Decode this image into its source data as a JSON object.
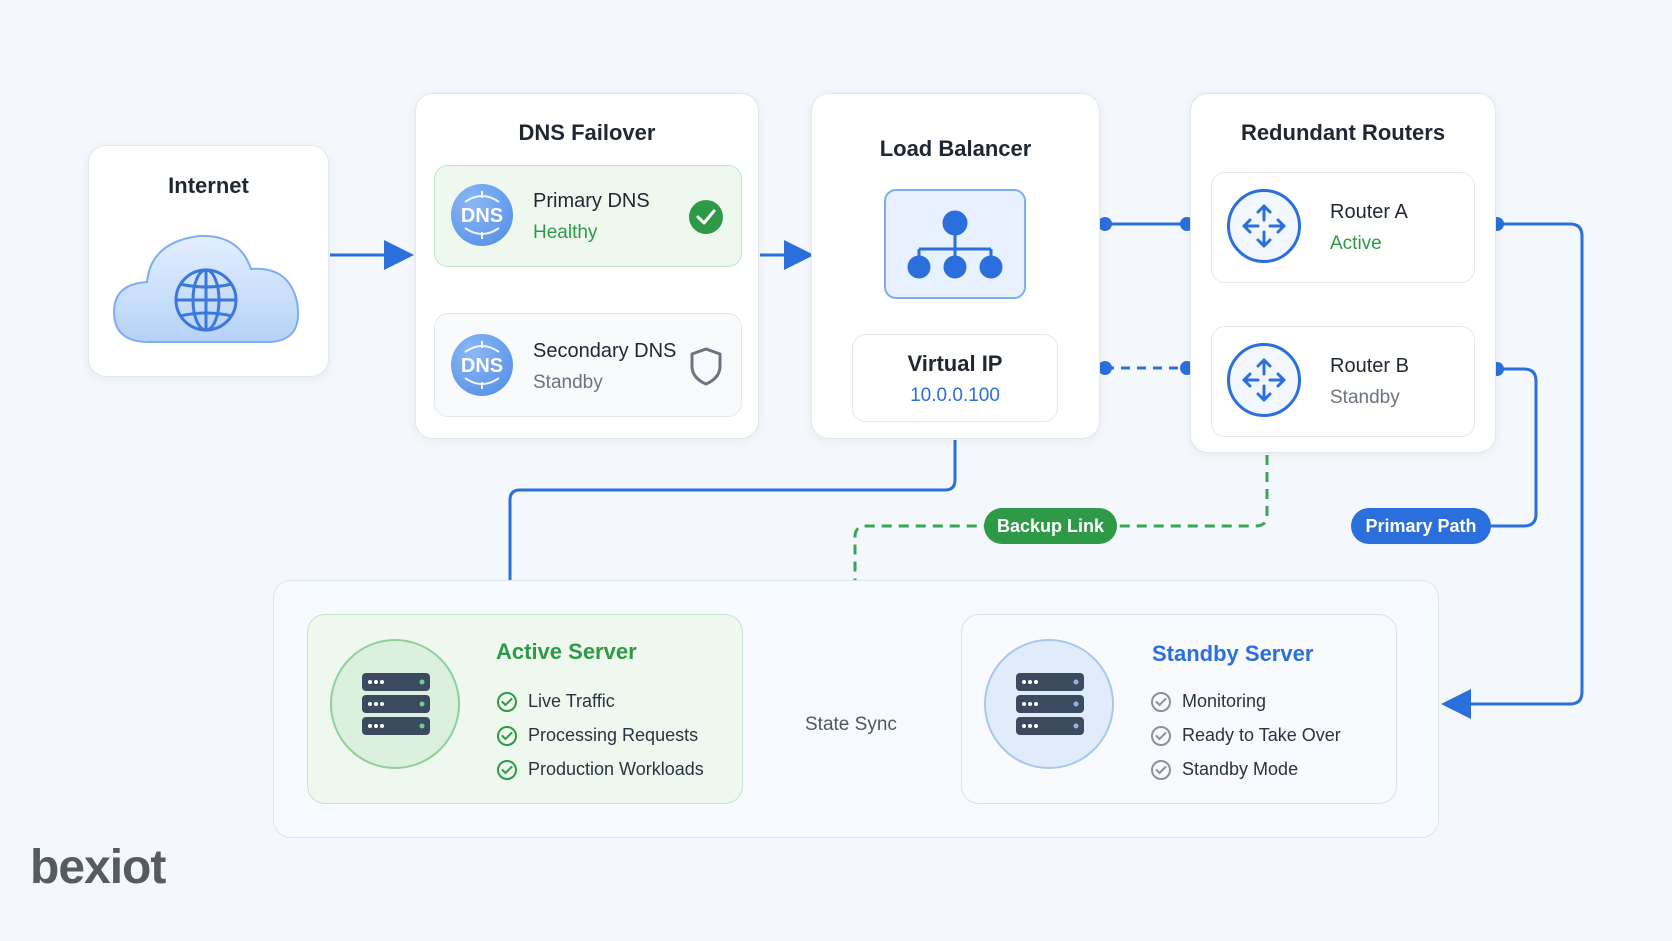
{
  "internet": {
    "title": "Internet",
    "icon": "cloud-globe-icon"
  },
  "dns_failover": {
    "title": "DNS Failover",
    "primary": {
      "badge": "DNS",
      "name": "Primary DNS",
      "status": "Healthy",
      "status_icon": "check-circle-icon"
    },
    "secondary": {
      "badge": "DNS",
      "name": "Secondary DNS",
      "status": "Standby",
      "status_icon": "shield-icon"
    }
  },
  "load_balancer": {
    "title": "Load Balancer",
    "icon": "load-balancer-icon",
    "virtual_ip": {
      "label": "Virtual IP",
      "value": "10.0.0.100"
    }
  },
  "routers": {
    "title": "Redundant Routers",
    "router_a": {
      "name": "Router A",
      "status": "Active"
    },
    "router_b": {
      "name": "Router B",
      "status": "Standby"
    }
  },
  "links": {
    "backup": "Backup Link",
    "primary": "Primary Path",
    "state_sync": "State Sync"
  },
  "active_server": {
    "title": "Active Server",
    "features": [
      "Live Traffic",
      "Processing Requests",
      "Production Workloads"
    ]
  },
  "standby_server": {
    "title": "Standby Server",
    "features": [
      "Monitoring",
      "Ready to Take Over",
      "Standby Mode"
    ]
  },
  "logo": "bexiot",
  "colors": {
    "accent_blue": "#2a6fdb",
    "healthy_green": "#2e9a48",
    "standby_grey": "#6b7480",
    "backup_link_green": "#2e9a48",
    "primary_path_blue": "#2a6fdb"
  }
}
